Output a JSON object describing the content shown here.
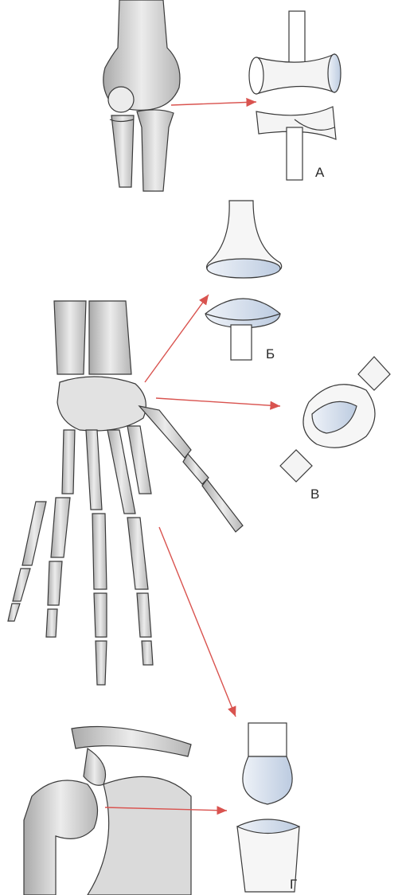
{
  "labels": {
    "a": "А",
    "b": "Б",
    "v": "В",
    "g": "Г"
  },
  "colors": {
    "arrow": "#d9534f",
    "bone_fill": "#e9e9e9",
    "bone_shade": "#b9b9b9",
    "outline": "#3a3a3a",
    "joint_surface": "#c9d6e8"
  },
  "icons": {
    "elbow": "elbow-bones-icon",
    "hand": "hand-skeleton-icon",
    "shoulder": "shoulder-bones-icon"
  }
}
